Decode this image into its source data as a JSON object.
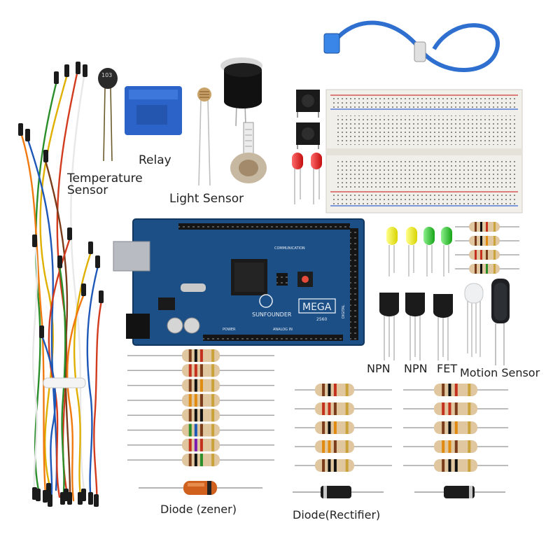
{
  "labels": {
    "temperature_sensor": "Temperature\nSensor",
    "relay": "Relay",
    "light_sensor": "Light Sensor",
    "npn_1": "NPN",
    "npn_2": "NPN",
    "fet": "FET",
    "motion_sensor": "Motion Sensor",
    "diode_zener": "Diode (zener)",
    "diode_rectifier": "Diode(Rectifier)"
  },
  "board": {
    "brand": "SUNFOUNDER",
    "model": "MEGA",
    "model_number": "2560",
    "header_analog": "ANALOG IN",
    "header_power": "POWER",
    "header_comm": "COMMUNICATION",
    "header_digital": "DIGITAL"
  },
  "parts": {
    "thermistor_code": "103"
  },
  "colors": {
    "board_blue": "#1c4f86",
    "breadboard": "#f0efe9",
    "resistor_body": "#e0c7a0",
    "usb_cable": "#2f6fd0"
  }
}
